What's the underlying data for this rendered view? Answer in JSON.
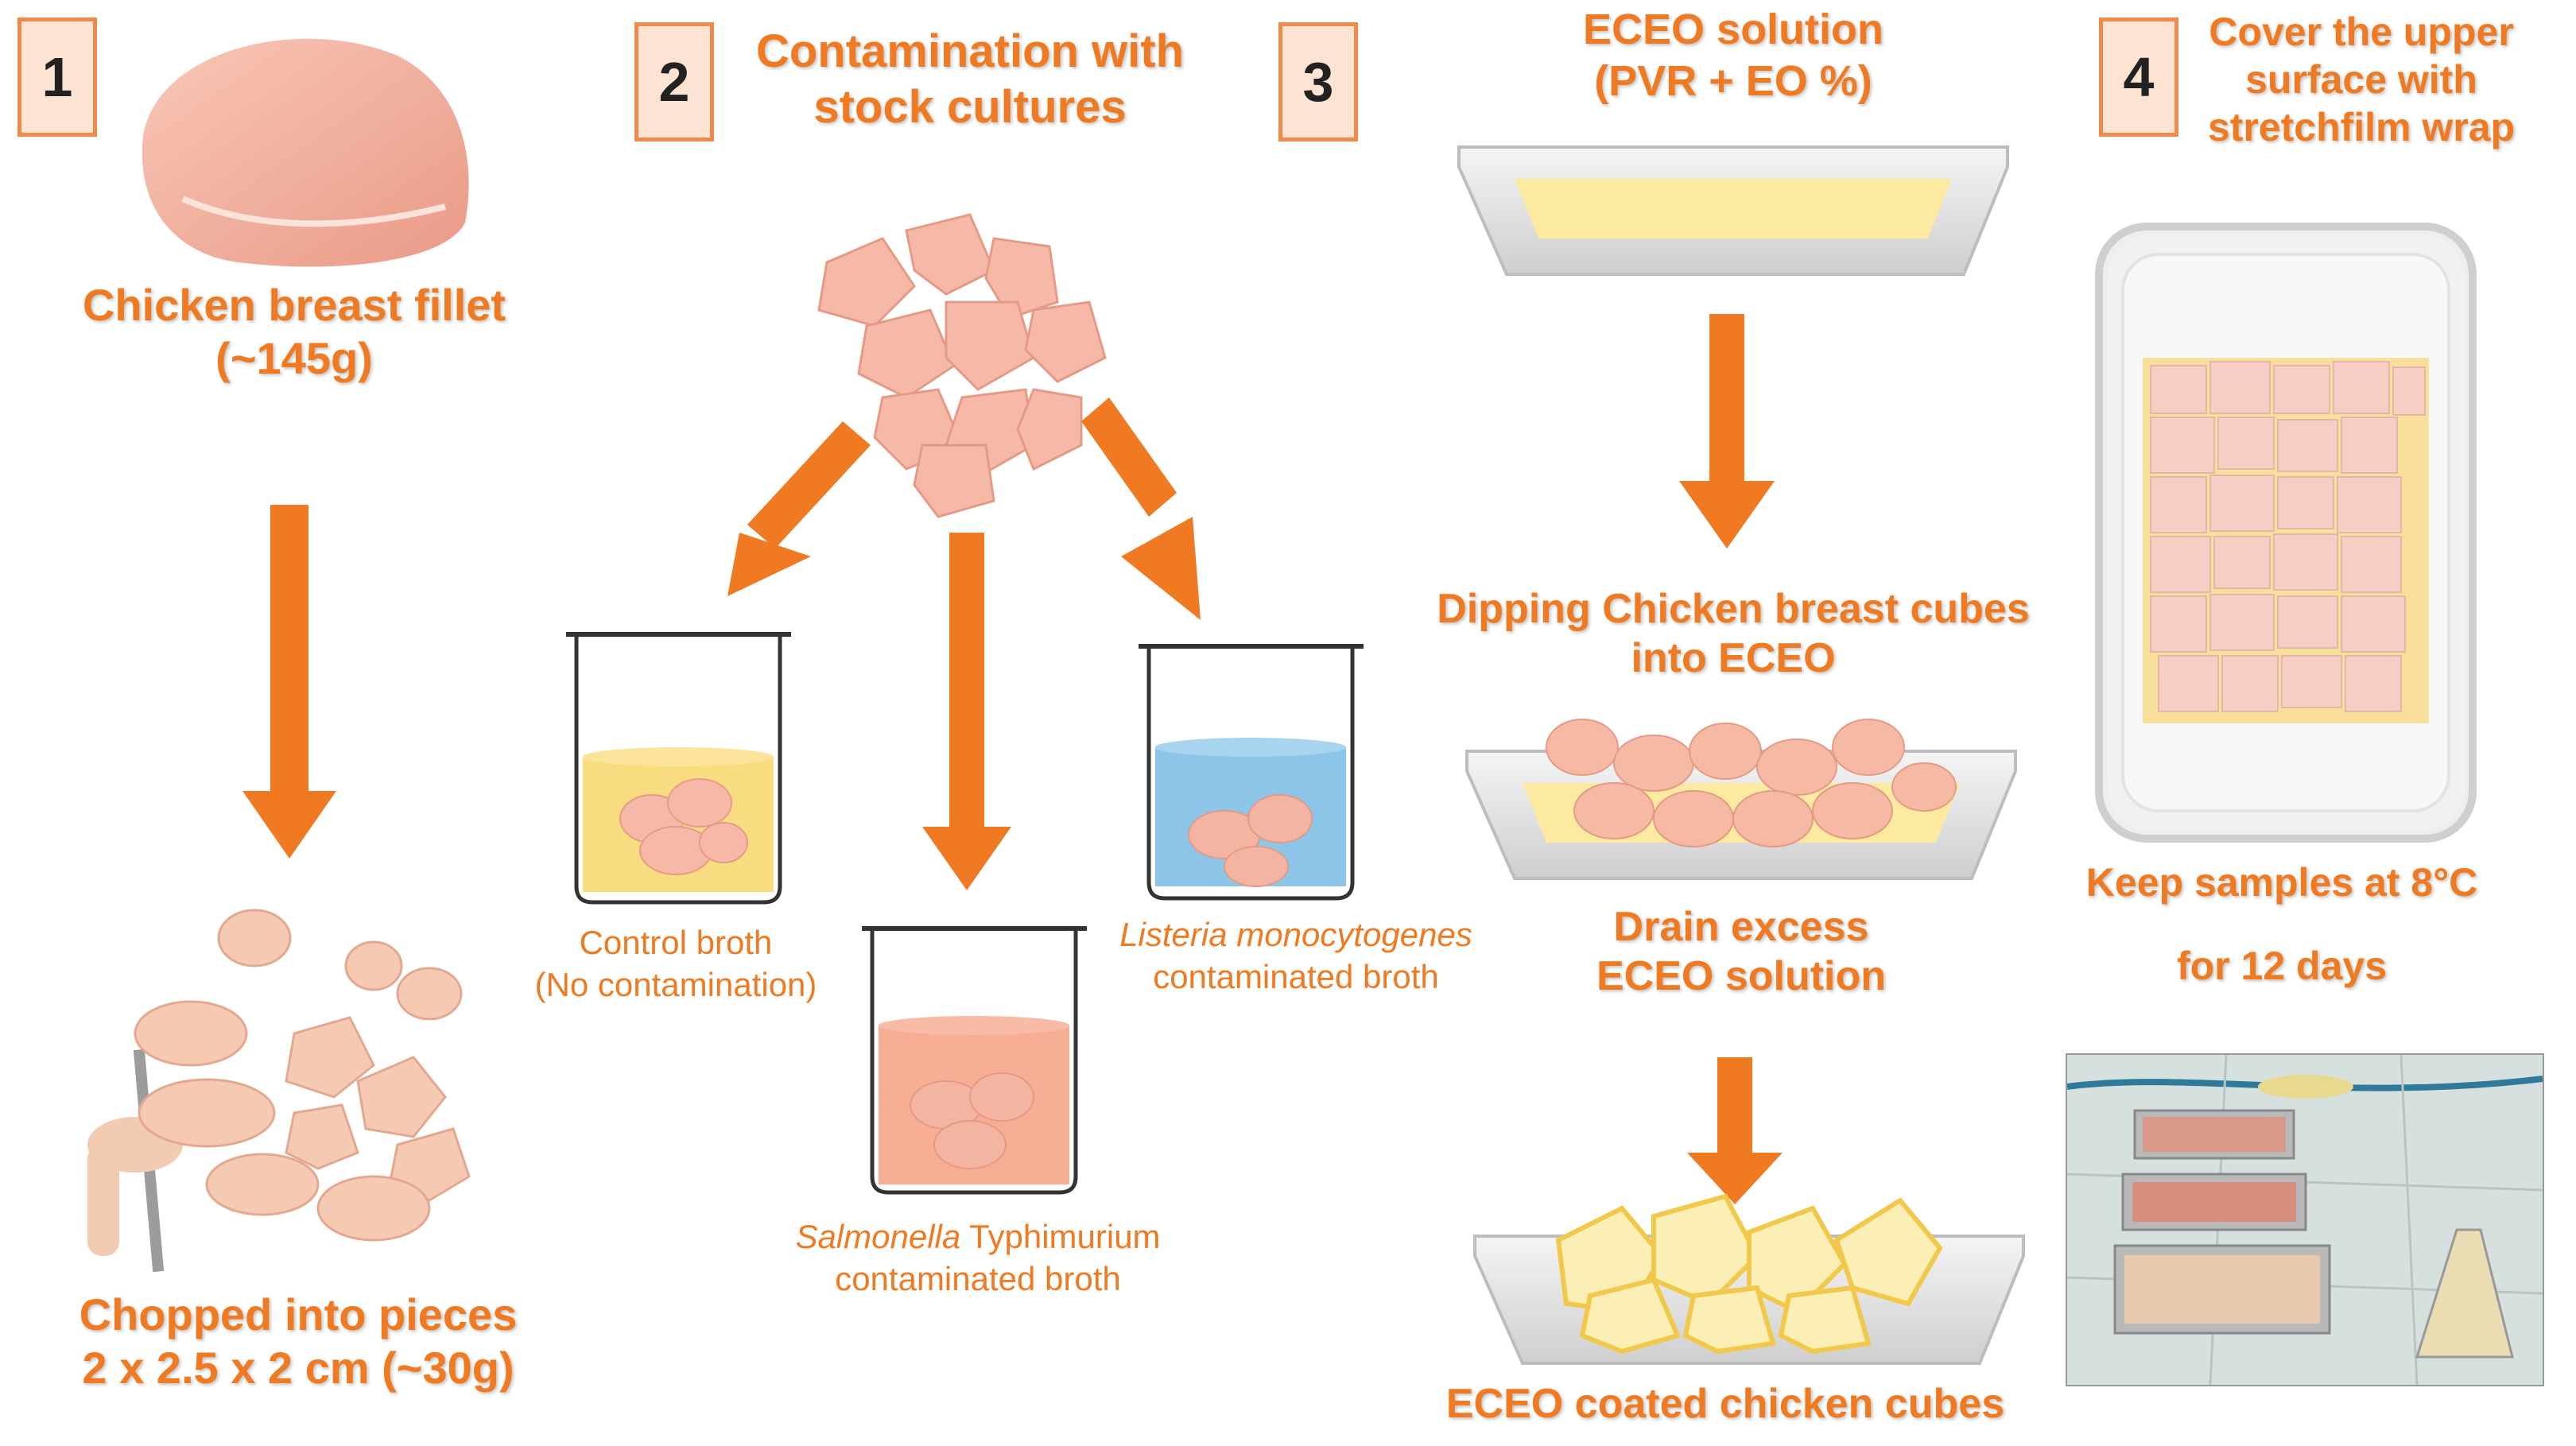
{
  "steps": {
    "s1": {
      "number": "1",
      "title_line1": "Chicken breast fillet",
      "title_line2": "(~145g)",
      "result_line1": "Chopped into pieces",
      "result_line2": "2 x 2.5 x 2 cm (~30g)"
    },
    "s2": {
      "number": "2",
      "title_line1": "Contamination with",
      "title_line2": "stock cultures",
      "control_line1": "Control broth",
      "control_line2": "(No contamination)",
      "salmonella_italic": "Salmonella",
      "salmonella_rest": " Typhimurium",
      "salmonella_line2": "contaminated broth",
      "listeria_italic": "Listeria monocytogenes",
      "listeria_line2": "contaminated broth"
    },
    "s3": {
      "number": "3",
      "title_line1": "ECEO solution",
      "title_line2": "(PVR + EO %)",
      "dip_line1": "Dipping Chicken breast cubes",
      "dip_line2": "into ECEO",
      "drain_line1": "Drain excess",
      "drain_line2": "ECEO solution",
      "coated": "ECEO coated chicken cubes"
    },
    "s4": {
      "number": "4",
      "title_line1": "Cover the upper",
      "title_line2": "surface with",
      "title_line3": "stretchfilm wrap",
      "keep_line1": "Keep samples at 8°C",
      "keep_line2": "for 12 days"
    }
  },
  "colors": {
    "accent": "#f07a22",
    "number_box_fill": "#fde3d2",
    "number_box_border": "#f08a4a",
    "chicken": "#f6b4a2",
    "control_broth": "#f9d66a",
    "salmonella_broth": "#f6a58a",
    "listeria_broth": "#7fbfe6",
    "eceo_solution": "#fbeaa0"
  },
  "icons": [
    "chicken-fillet-icon",
    "knife-hand-icon",
    "chicken-cubes-icon",
    "beaker-icon",
    "tray-icon",
    "wrapped-tray-icon",
    "arrow-down-icon"
  ]
}
